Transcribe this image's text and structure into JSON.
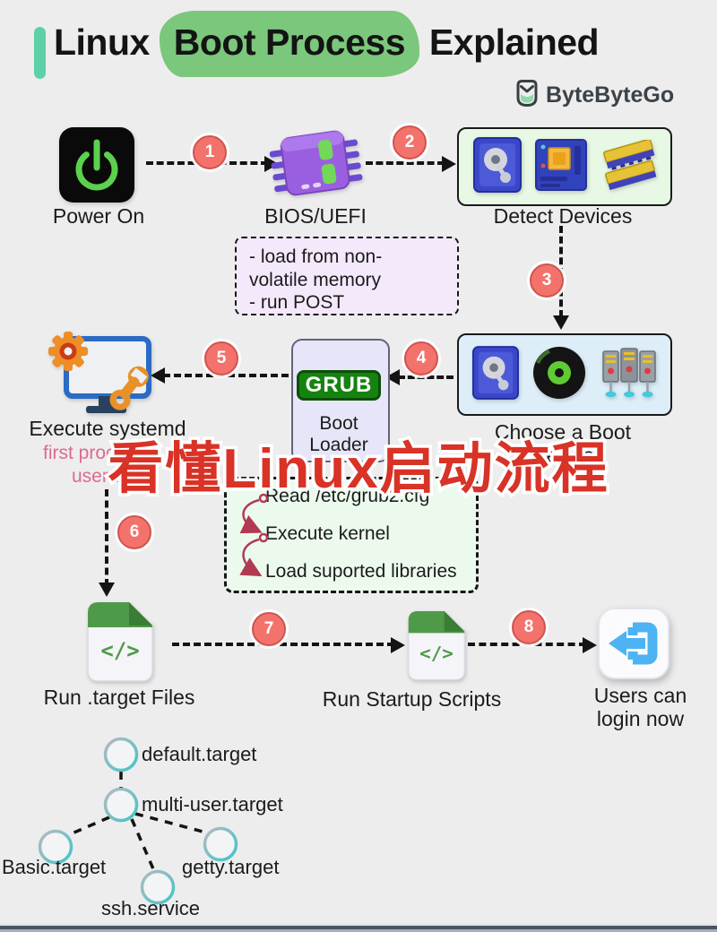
{
  "header": {
    "title_prefix": "Linux ",
    "title_highlight": "Boot Process",
    "title_suffix": " Explained",
    "brand": "ByteByteGo"
  },
  "watermark": {
    "text": "看懂Linux启动流程",
    "color": "#d93226"
  },
  "steps": [
    "1",
    "2",
    "3",
    "4",
    "5",
    "6",
    "7",
    "8"
  ],
  "nodes": {
    "power_on": {
      "label": "Power On"
    },
    "bios": {
      "label": "BIOS/UEFI"
    },
    "bios_note": {
      "lines": [
        "- load from non-",
        "volatile memory",
        "- run POST"
      ]
    },
    "detect_devices": {
      "label": "Detect Devices"
    },
    "choose_boot": {
      "label_line1": "Choose a Boot",
      "label_line2": "Device"
    },
    "boot_loader": {
      "badge": "GRUB",
      "label_line1": "Boot",
      "label_line2": "Loader"
    },
    "grub_steps": {
      "items": [
        "Read /etc/grub2.cfg",
        "Execute kernel",
        "Load suported libraries"
      ]
    },
    "execute_systemd": {
      "label": "Execute systemd",
      "subtext_line1": "first proc",
      "subtext_line2": "user sp"
    },
    "run_target_files": {
      "label": "Run .target Files"
    },
    "run_startup_scripts": {
      "label": "Run Startup Scripts"
    },
    "login": {
      "label_line1": "Users can",
      "label_line2": "login now"
    }
  },
  "tree": {
    "nodes": [
      "default.target",
      "multi-user.target",
      "Basic.target",
      "getty.target",
      "ssh.service"
    ]
  },
  "colors": {
    "badge_red": "#f4726c",
    "grub_green": "#15830f",
    "highlight_green": "#7bc77c"
  }
}
